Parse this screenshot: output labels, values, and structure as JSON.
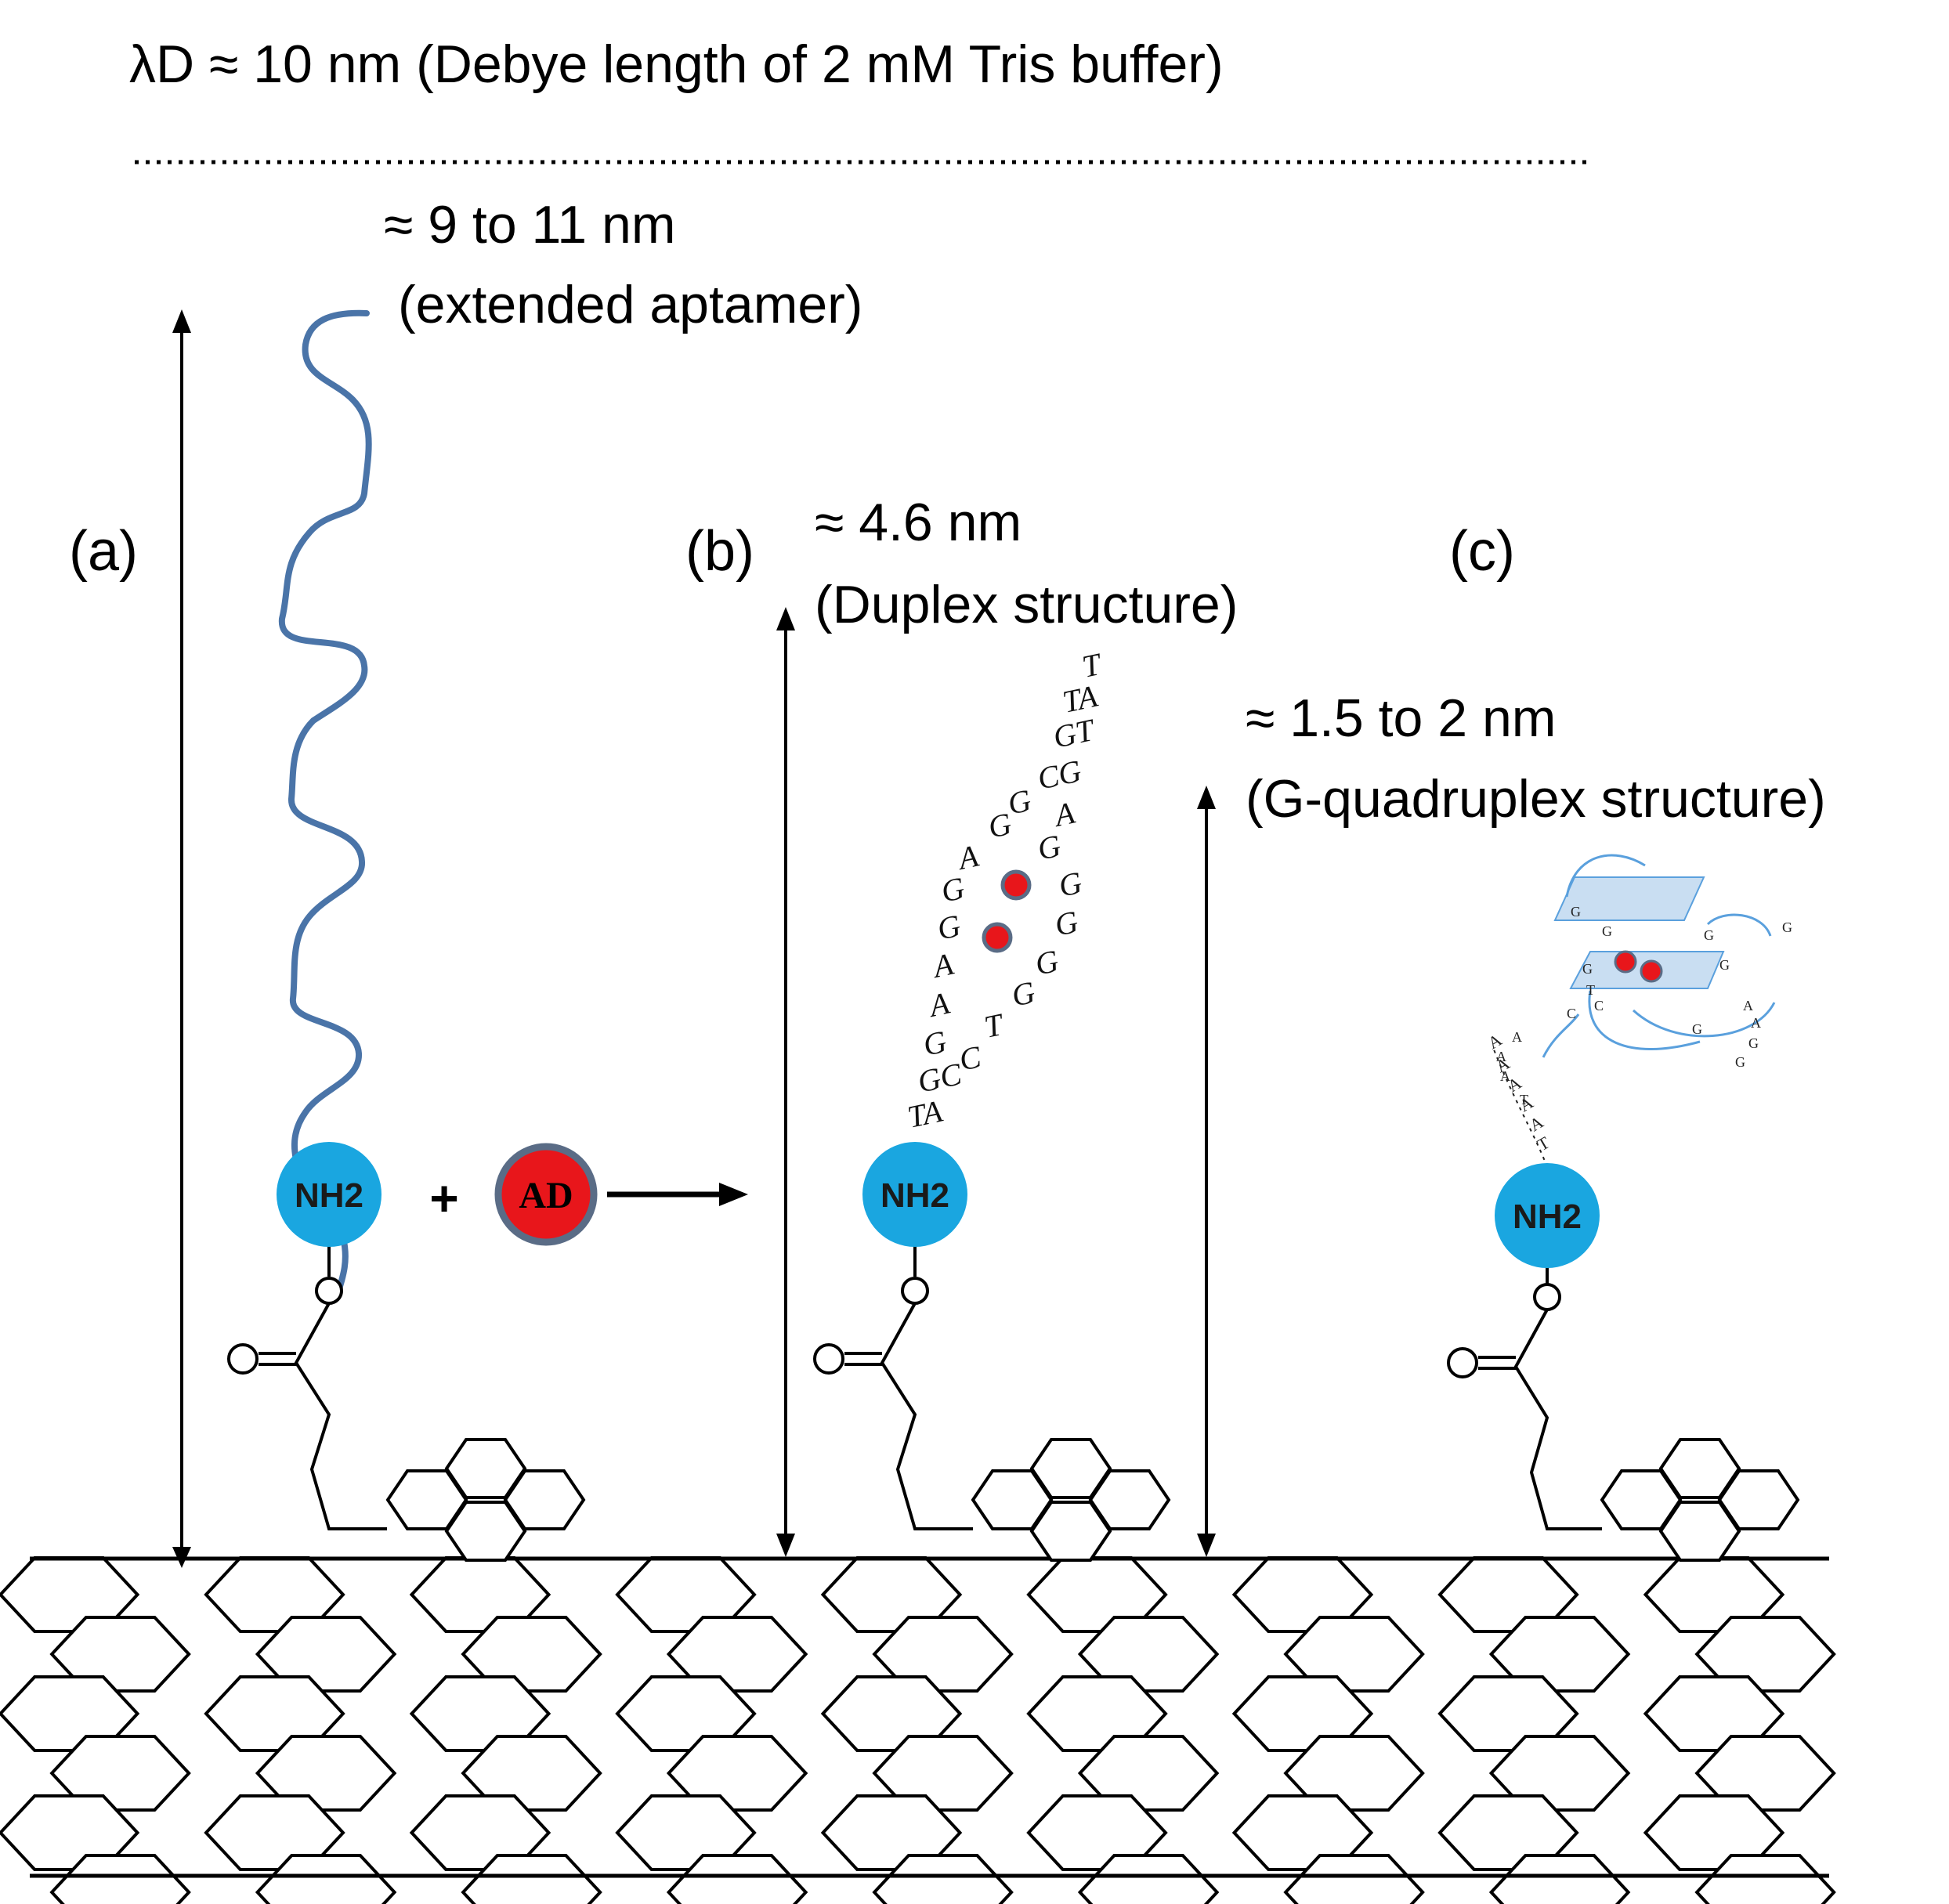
{
  "header": {
    "debye_label": "λD ≈ 10 nm (Debye length of 2 mM Tris buffer)"
  },
  "panels": {
    "a": {
      "label": "(a)",
      "size_label": "≈ 9 to 11 nm",
      "structure_label": "(extended aptamer)"
    },
    "b": {
      "label": "(b)",
      "size_label": "≈ 4.6 nm",
      "structure_label": "(Duplex structure)"
    },
    "c": {
      "label": "(c)",
      "size_label": "≈ 1.5 to 2 nm",
      "structure_label": "(G-quadruplex structure)"
    }
  },
  "reaction": {
    "plus": "+",
    "target": "AD"
  },
  "amine_group": "NH2",
  "duplex_bases": [
    "T",
    "TA",
    "GT",
    "CG",
    "A",
    "G",
    "G",
    "G",
    "G",
    "G",
    "G",
    "A",
    "G",
    "G",
    "G",
    "A",
    "A",
    "T",
    "G",
    "C",
    "GC",
    "TA"
  ],
  "quadruplex_bases": [
    "G",
    "G",
    "G",
    "G",
    "G",
    "G",
    "T",
    "G",
    "C",
    "C",
    "A",
    "G",
    "G",
    "A",
    "A",
    "A",
    "A",
    "T"
  ],
  "colors": {
    "aptamer": "#4a74a8",
    "amine": "#1aa6e0",
    "target_fill": "#e8161b",
    "target_ring": "#5a6c86",
    "quadruplex": "#5aa0dd"
  }
}
